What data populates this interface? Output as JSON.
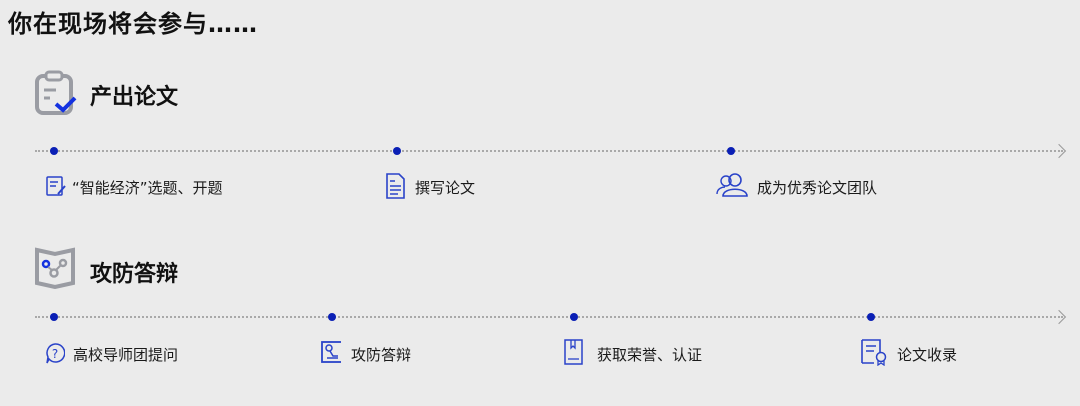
{
  "title": "你在现场将会参与……",
  "sections": [
    {
      "heading": "产出论文",
      "items": [
        {
          "label": "“智能经济”选题、开题",
          "icon": "edit-document-icon"
        },
        {
          "label": "撰写论文",
          "icon": "document-icon"
        },
        {
          "label": "成为优秀论文团队",
          "icon": "team-icon"
        }
      ]
    },
    {
      "heading": "攻防答辩",
      "items": [
        {
          "label": "高校导师团提问",
          "icon": "question-icon"
        },
        {
          "label": "攻防答辩",
          "icon": "podium-icon"
        },
        {
          "label": "获取荣誉、认证",
          "icon": "honor-icon"
        },
        {
          "label": "论文收录",
          "icon": "certificate-icon"
        }
      ]
    }
  ],
  "colors": {
    "accent": "#0a1fb5",
    "icon_gray": "#9a9ca3",
    "background": "#ebebeb"
  }
}
